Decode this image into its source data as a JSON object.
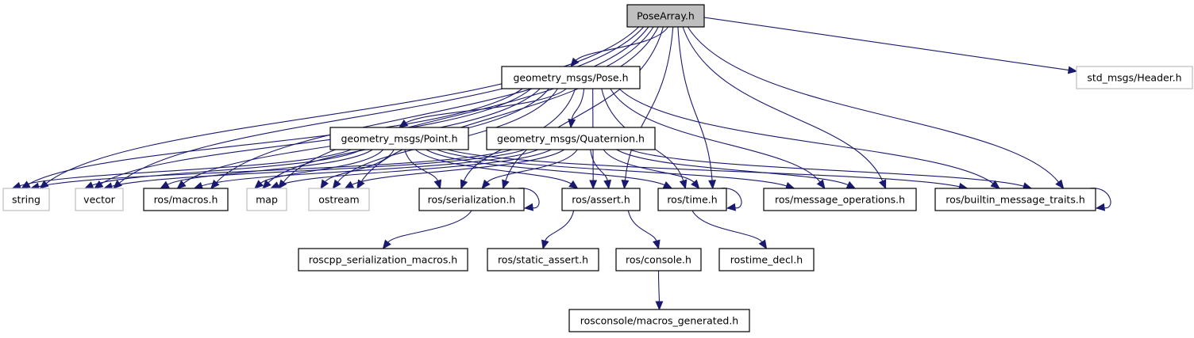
{
  "diagram": {
    "title": "PoseArray.h include dependency graph",
    "colors": {
      "edge": "#191970",
      "root_fill": "#bfbfbf",
      "node_border": "#000000",
      "external_border": "#bfbfbf",
      "node_fill": "#ffffff"
    },
    "nodes": [
      {
        "id": "posearray",
        "label": "PoseArray.h",
        "kind": "root"
      },
      {
        "id": "pose",
        "label": "geometry_msgs/Pose.h",
        "kind": "documented"
      },
      {
        "id": "header",
        "label": "std_msgs/Header.h",
        "kind": "external"
      },
      {
        "id": "point",
        "label": "geometry_msgs/Point.h",
        "kind": "documented"
      },
      {
        "id": "quaternion",
        "label": "geometry_msgs/Quaternion.h",
        "kind": "documented"
      },
      {
        "id": "string",
        "label": "string",
        "kind": "external"
      },
      {
        "id": "vector",
        "label": "vector",
        "kind": "external"
      },
      {
        "id": "macros",
        "label": "ros/macros.h",
        "kind": "documented"
      },
      {
        "id": "map",
        "label": "map",
        "kind": "external"
      },
      {
        "id": "ostream",
        "label": "ostream",
        "kind": "external"
      },
      {
        "id": "serialization",
        "label": "ros/serialization.h",
        "kind": "documented"
      },
      {
        "id": "assert",
        "label": "ros/assert.h",
        "kind": "documented"
      },
      {
        "id": "time",
        "label": "ros/time.h",
        "kind": "documented"
      },
      {
        "id": "msgops",
        "label": "ros/message_operations.h",
        "kind": "documented"
      },
      {
        "id": "traits",
        "label": "ros/builtin_message_traits.h",
        "kind": "documented"
      },
      {
        "id": "sermacros",
        "label": "roscpp_serialization_macros.h",
        "kind": "documented"
      },
      {
        "id": "staticassert",
        "label": "ros/static_assert.h",
        "kind": "documented"
      },
      {
        "id": "console",
        "label": "ros/console.h",
        "kind": "documented"
      },
      {
        "id": "rostimedecl",
        "label": "rostime_decl.h",
        "kind": "documented"
      },
      {
        "id": "macrosgen",
        "label": "rosconsole/macros_generated.h",
        "kind": "documented"
      }
    ],
    "edges": [
      {
        "from": "posearray",
        "to": "string"
      },
      {
        "from": "posearray",
        "to": "vector"
      },
      {
        "from": "posearray",
        "to": "macros"
      },
      {
        "from": "posearray",
        "to": "map"
      },
      {
        "from": "posearray",
        "to": "ostream"
      },
      {
        "from": "posearray",
        "to": "pose"
      },
      {
        "from": "posearray",
        "to": "serialization"
      },
      {
        "from": "posearray",
        "to": "assert"
      },
      {
        "from": "posearray",
        "to": "time"
      },
      {
        "from": "posearray",
        "to": "msgops"
      },
      {
        "from": "posearray",
        "to": "traits"
      },
      {
        "from": "posearray",
        "to": "header"
      },
      {
        "from": "pose",
        "to": "string"
      },
      {
        "from": "pose",
        "to": "vector"
      },
      {
        "from": "pose",
        "to": "macros"
      },
      {
        "from": "pose",
        "to": "map"
      },
      {
        "from": "pose",
        "to": "ostream"
      },
      {
        "from": "pose",
        "to": "point"
      },
      {
        "from": "pose",
        "to": "quaternion"
      },
      {
        "from": "pose",
        "to": "serialization"
      },
      {
        "from": "pose",
        "to": "assert"
      },
      {
        "from": "pose",
        "to": "time"
      },
      {
        "from": "pose",
        "to": "msgops"
      },
      {
        "from": "pose",
        "to": "traits"
      },
      {
        "from": "point",
        "to": "string"
      },
      {
        "from": "point",
        "to": "vector"
      },
      {
        "from": "point",
        "to": "macros"
      },
      {
        "from": "point",
        "to": "map"
      },
      {
        "from": "point",
        "to": "ostream"
      },
      {
        "from": "point",
        "to": "serialization"
      },
      {
        "from": "point",
        "to": "assert"
      },
      {
        "from": "point",
        "to": "time"
      },
      {
        "from": "point",
        "to": "msgops"
      },
      {
        "from": "point",
        "to": "traits"
      },
      {
        "from": "quaternion",
        "to": "string"
      },
      {
        "from": "quaternion",
        "to": "vector"
      },
      {
        "from": "quaternion",
        "to": "macros"
      },
      {
        "from": "quaternion",
        "to": "map"
      },
      {
        "from": "quaternion",
        "to": "ostream"
      },
      {
        "from": "quaternion",
        "to": "serialization"
      },
      {
        "from": "quaternion",
        "to": "assert"
      },
      {
        "from": "quaternion",
        "to": "time"
      },
      {
        "from": "quaternion",
        "to": "msgops"
      },
      {
        "from": "quaternion",
        "to": "traits"
      },
      {
        "from": "serialization",
        "to": "serialization"
      },
      {
        "from": "serialization",
        "to": "sermacros"
      },
      {
        "from": "assert",
        "to": "staticassert"
      },
      {
        "from": "assert",
        "to": "console"
      },
      {
        "from": "time",
        "to": "time"
      },
      {
        "from": "time",
        "to": "rostimedecl"
      },
      {
        "from": "traits",
        "to": "traits"
      },
      {
        "from": "console",
        "to": "macrosgen"
      }
    ]
  }
}
